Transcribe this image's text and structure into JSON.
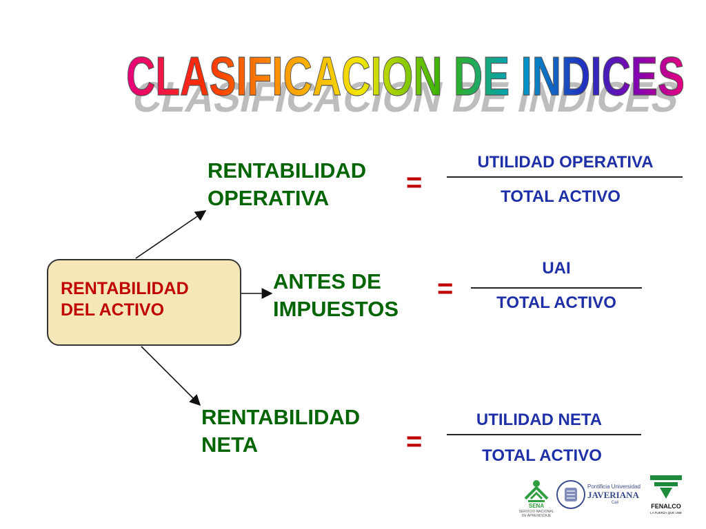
{
  "title": "CLASIFICACION DE INDICES",
  "source": {
    "line1": "RENTABILIDAD",
    "line2": "DEL ACTIVO"
  },
  "items": [
    {
      "line1": "RENTABILIDAD",
      "line2": "OPERATIVA",
      "equals": "=",
      "numerator": "UTILIDAD OPERATIVA",
      "denominator": "TOTAL ACTIVO"
    },
    {
      "line1": "ANTES DE",
      "line2": "IMPUESTOS",
      "equals": "=",
      "numerator": "UAI",
      "denominator": "TOTAL ACTIVO"
    },
    {
      "line1": "RENTABILIDAD",
      "line2": "NETA",
      "equals": "=",
      "numerator": "UTILIDAD NETA",
      "denominator": "TOTAL ACTIVO"
    }
  ],
  "logos": {
    "sena": {
      "name": "SENA",
      "caption1": "SERVICIO NACIONAL",
      "caption2": "DE APRENDIZAJE"
    },
    "javeriana": {
      "line1": "Pontificia Universidad",
      "line2": "JAVERIANA",
      "line3": "Cali"
    },
    "fenalco": {
      "name": "FENALCO",
      "tagline": "LA FUERZA QUE UNE"
    }
  },
  "colors": {
    "title_gradient": [
      "#e6007e",
      "#ff3000",
      "#ff9900",
      "#f2e600",
      "#3cb400",
      "#00a0c8",
      "#2030c0",
      "#8a00b0",
      "#e6007e"
    ],
    "term": "#006400",
    "equals": "#c00000",
    "fraction": "#1f2fa8",
    "source_text": "#c00000",
    "source_fill": "#f6e7b8"
  }
}
